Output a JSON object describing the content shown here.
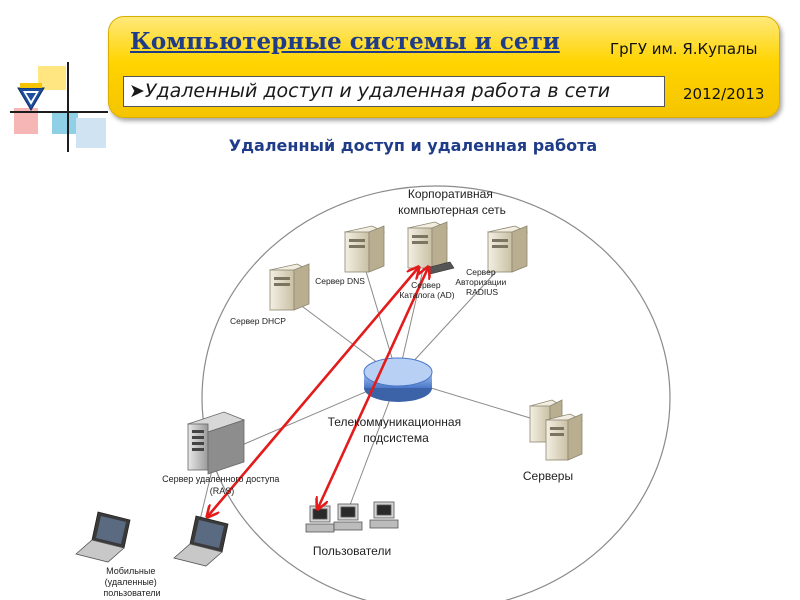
{
  "header": {
    "course": "Компьютерные системы и сети",
    "university": "ГрГУ им. Я.Купалы",
    "subtitle": "Удаленный доступ и удаленная работа в сети",
    "bullet_glyph": "➤",
    "year": "2012/2013"
  },
  "slide_title": "Удаленный доступ и удаленная работа",
  "diagram": {
    "corporate_network": [
      "Корпоративная",
      "компьютерная сеть"
    ],
    "server_dns": "Сервер DNS",
    "server_catalog": [
      "Сервер",
      "Каталога (AD)"
    ],
    "server_auth": [
      "Сервер",
      "Авторизации",
      "RADIUS"
    ],
    "server_dhcp": "Сервер DHCP",
    "telecom": [
      "Телекоммуникационная",
      "подсистема"
    ],
    "servers": "Серверы",
    "ras": [
      "Сервер удаленного доступа",
      "(RAS)"
    ],
    "users": "Пользователи",
    "mobile": [
      "Мобильные",
      "(удаленные)",
      "пользователи"
    ]
  },
  "colors": {
    "banner": "#ffd400",
    "title_blue": "#1f3c88",
    "arrow_red": "#e31b1b",
    "ellipse_stroke": "#8a8a8a"
  }
}
